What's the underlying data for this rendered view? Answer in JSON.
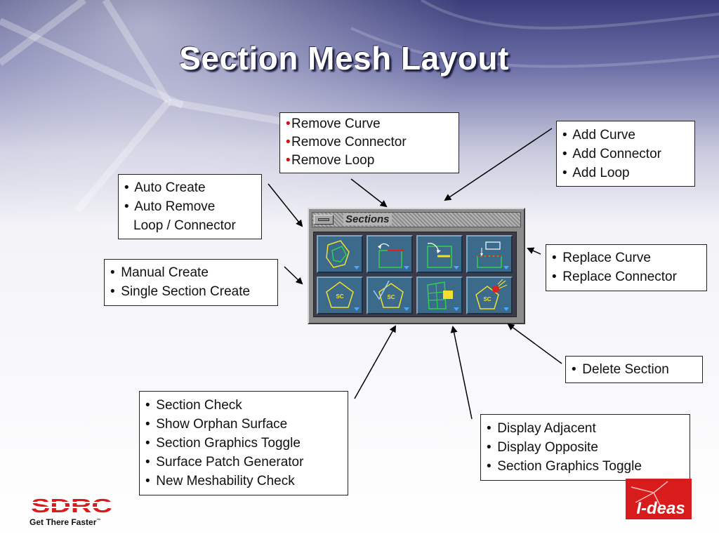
{
  "title": "Section Mesh Layout",
  "panel": {
    "title": "Sections",
    "tools": [
      {
        "name": "auto-create-tool",
        "icon": "auto-create-icon"
      },
      {
        "name": "remove-curve-tool",
        "icon": "remove-curve-icon"
      },
      {
        "name": "add-curve-tool",
        "icon": "add-curve-icon"
      },
      {
        "name": "replace-curve-tool",
        "icon": "replace-curve-icon"
      },
      {
        "name": "manual-create-tool",
        "icon": "section-create-icon",
        "label": "SC"
      },
      {
        "name": "section-check-tool",
        "icon": "section-check-icon",
        "label": "SC"
      },
      {
        "name": "display-adjacent-tool",
        "icon": "display-adjacent-icon"
      },
      {
        "name": "delete-section-tool",
        "icon": "delete-section-icon",
        "label": "SC"
      }
    ]
  },
  "callouts": {
    "remove": [
      "Remove Curve",
      "Remove Connector",
      "Remove Loop"
    ],
    "add": [
      "Add Curve",
      "Add Connector",
      "Add Loop"
    ],
    "auto": [
      "Auto Create",
      "Auto Remove",
      "Loop / Connector"
    ],
    "manual": [
      "Manual Create",
      "Single Section Create"
    ],
    "replace": [
      "Replace Curve",
      "Replace Connector"
    ],
    "delete": [
      "Delete Section"
    ],
    "check": [
      "Section Check",
      "Show Orphan Surface",
      "Section Graphics Toggle",
      "Surface Patch Generator",
      "New Meshability Check"
    ],
    "display": [
      "Display Adjacent",
      "Display Opposite",
      "Section Graphics Toggle"
    ]
  },
  "logos": {
    "sdrc": "SDRC",
    "tagline": "Get There Faster",
    "trademark": "™",
    "ideas": "I-deas"
  },
  "colors": {
    "accent_red": "#d01010",
    "tool_face": "#3b6a8a",
    "icon_yellow": "#f2e02a",
    "icon_green": "#2ed14a"
  }
}
